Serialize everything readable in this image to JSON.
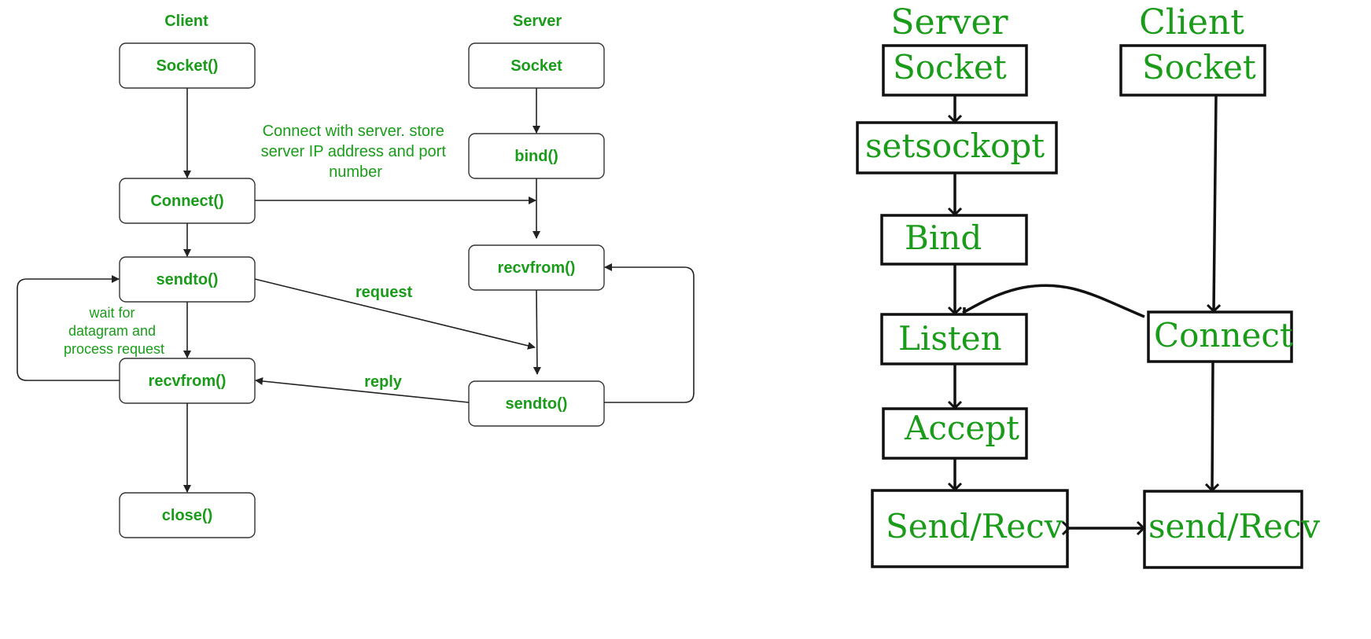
{
  "left": {
    "header_client": "Client",
    "header_server": "Server",
    "client_socket": "Socket()",
    "server_socket": "Socket",
    "server_bind": "bind()",
    "client_connect": "Connect()",
    "connect_note": [
      "Connect with server. store",
      "server IP address and port",
      "number"
    ],
    "client_sendto": "sendto()",
    "server_recvfrom": "recvfrom()",
    "request": "request",
    "wait_note": [
      "wait for",
      "datagram and",
      "process request"
    ],
    "client_recvfrom": "recvfrom()",
    "reply": "reply",
    "server_sendto": "sendto()",
    "client_close": "close()"
  },
  "right": {
    "header_server": "Server",
    "header_client": "Client",
    "server_socket": "Socket",
    "setsockopt": "setsockopt",
    "bind": "Bind",
    "listen": "Listen",
    "accept": "Accept",
    "server_sendrecv": "Send/Recv",
    "client_socket": "Socket",
    "connect": "Connect",
    "client_sendrecv": "send/Recv"
  },
  "colors": {
    "text": "#1a9c1a",
    "line": "#222222"
  }
}
